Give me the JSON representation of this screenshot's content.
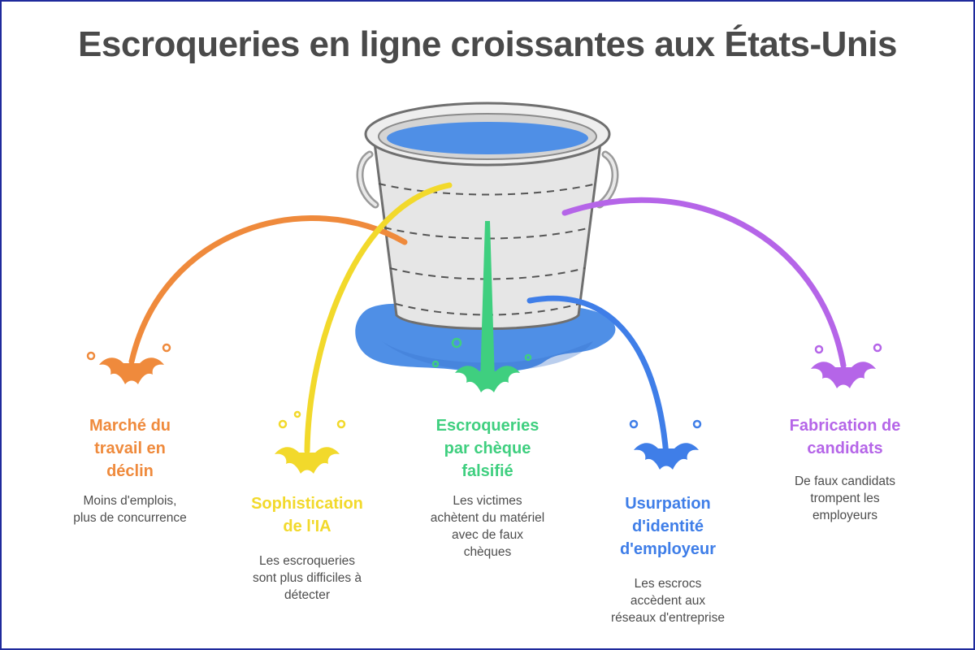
{
  "title": "Escroqueries en ligne croissantes aux États-Unis",
  "colors": {
    "orange": "#ef8a3c",
    "yellow": "#f2d92b",
    "green": "#3fcf7f",
    "blue": "#3f7ee8",
    "purple": "#b565e8",
    "bucket": "#e6e6e6",
    "water": "#4f8fe6"
  },
  "items": [
    {
      "heading_lines": [
        "Marché du",
        "travail en",
        "déclin"
      ],
      "desc_lines": [
        "Moins d'emplois,",
        "plus de concurrence"
      ]
    },
    {
      "heading_lines": [
        "Sophistication",
        "de l'IA"
      ],
      "desc_lines": [
        "Les escroqueries",
        "sont plus difficiles à",
        "détecter"
      ]
    },
    {
      "heading_lines": [
        "Escroqueries",
        "par chèque",
        "falsifié"
      ],
      "desc_lines": [
        "Les victimes",
        "achètent du matériel",
        "avec de faux",
        "chèques"
      ]
    },
    {
      "heading_lines": [
        "Usurpation",
        "d'identité",
        "d'employeur"
      ],
      "desc_lines": [
        "Les escrocs",
        "accèdent aux",
        "réseaux d'entreprise"
      ]
    },
    {
      "heading_lines": [
        "Fabrication de",
        "candidats"
      ],
      "desc_lines": [
        "De faux candidats",
        "trompent les",
        "employeurs"
      ]
    }
  ]
}
